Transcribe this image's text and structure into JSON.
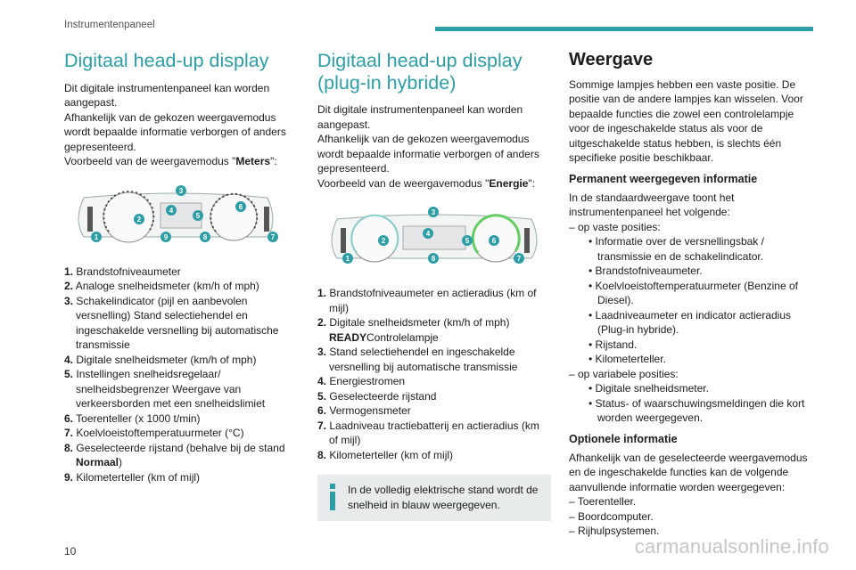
{
  "header": {
    "section": "Instrumentenpaneel"
  },
  "page_number": "10",
  "watermark": "carmanualsonline.info",
  "col1": {
    "title": "Digitaal head-up display",
    "intro": [
      "Dit digitale instrumentenpaneel kan worden aangepast.",
      "Afhankelijk van de gekozen weergavemodus wordt bepaalde informatie verborgen of anders gepresenteerd.",
      "Voorbeeld van de weergavemodus \""
    ],
    "mode": "Meters",
    "intro_end": "\":",
    "callouts": [
      "1",
      "2",
      "3",
      "4",
      "5",
      "6",
      "7",
      "8",
      "9"
    ],
    "items": [
      {
        "n": "1.",
        "t": "Brandstofniveaumeter"
      },
      {
        "n": "2.",
        "t": "Analoge snelheidsmeter (km/h of mph)"
      },
      {
        "n": "3.",
        "t": "Schakelindicator (pijl en aanbevolen versnelling) Stand selectiehendel en ingeschakelde versnelling bij automatische transmissie"
      },
      {
        "n": "4.",
        "t": "Digitale snelheidsmeter (km/h of mph)"
      },
      {
        "n": "5.",
        "t": "Instellingen snelheidsregelaar/ snelheidsbegrenzer Weergave van verkeersborden met een snelheidslimiet"
      },
      {
        "n": "6.",
        "t": "Toerenteller (x 1000 t/min)"
      },
      {
        "n": "7.",
        "t": "Koelvloeistoftemperatuurmeter (°C)"
      },
      {
        "n": "8.",
        "t": "Geselecteerde rijstand (behalve bij de stand "
      },
      {
        "n": "9.",
        "t": "Kilometerteller (km of mijl)"
      }
    ],
    "item8_bold": "Normaal",
    "item8_end": ")"
  },
  "col2": {
    "title": "Digitaal head-up display (plug-in hybride)",
    "intro": [
      "Dit digitale instrumentenpaneel kan worden aangepast.",
      "Afhankelijk van de gekozen weergavemodus wordt bepaalde informatie verborgen of anders gepresenteerd.",
      "Voorbeeld van de weergavemodus \""
    ],
    "mode": "Energie",
    "intro_end": "\":",
    "callouts": [
      "1",
      "2",
      "3",
      "4",
      "5",
      "6",
      "7",
      "8"
    ],
    "items": [
      {
        "n": "1.",
        "t": "Brandstofniveaumeter en actieradius (km of mijl)"
      },
      {
        "n": "2.",
        "t": "Digitale snelheidsmeter (km/h of mph)"
      },
      {
        "n": "3.",
        "t": "Stand selectiehendel en ingeschakelde versnelling bij automatische transmissie"
      },
      {
        "n": "4.",
        "t": "Energiestromen"
      },
      {
        "n": "5.",
        "t": "Geselecteerde rijstand"
      },
      {
        "n": "6.",
        "t": "Vermogensmeter"
      },
      {
        "n": "7.",
        "t": "Laadniveau tractiebatterij en actieradius (km of mijl)"
      },
      {
        "n": "8.",
        "t": "Kilometerteller (km of mijl)"
      }
    ],
    "item2_bold": "READY",
    "item2_extra": "Controlelampje",
    "note": "In de volledig elektrische stand wordt de snelheid in blauw weergegeven."
  },
  "col3": {
    "title": "Weergave",
    "intro": "Sommige lampjes hebben een vaste positie. De positie van de andere lampjes kan wisselen. Voor bepaalde functies die zowel een controlelampje voor de ingeschakelde status als voor de uitgeschakelde status hebben, is slechts één specifieke positie beschikbaar.",
    "sub1": "Permanent weergegeven informatie",
    "sub1_intro": "In de standaardweergave toont het instrumentenpaneel het volgende:",
    "fixed_label": "– op vaste posities:",
    "fixed": [
      "• Informatie over de versnellingsbak / transmissie en de schakelindicator.",
      "• Brandstofniveaumeter.",
      "• Koelvloeistoftemperatuurmeter (Benzine of Diesel).",
      "• Laadniveaumeter en indicator actieradius (Plug-in hybride).",
      "• Rijstand.",
      "• Kilometerteller."
    ],
    "var_label": "– op variabele posities:",
    "variable": [
      "• Digitale snelheidsmeter.",
      "• Status- of waarschuwingsmeldingen die kort worden weergegeven."
    ],
    "sub2": "Optionele informatie",
    "sub2_intro": "Afhankelijk van de geselecteerde weergavemodus en de ingeschakelde functies kan de volgende aanvullende informatie worden weergegeven:",
    "optional": [
      "– Toerenteller.",
      "– Boordcomputer.",
      "– Rijhulpsystemen."
    ]
  },
  "colors": {
    "accent": "#2e9ea6",
    "callout": "#2e9ea6",
    "note_bg": "#e8ebec"
  }
}
